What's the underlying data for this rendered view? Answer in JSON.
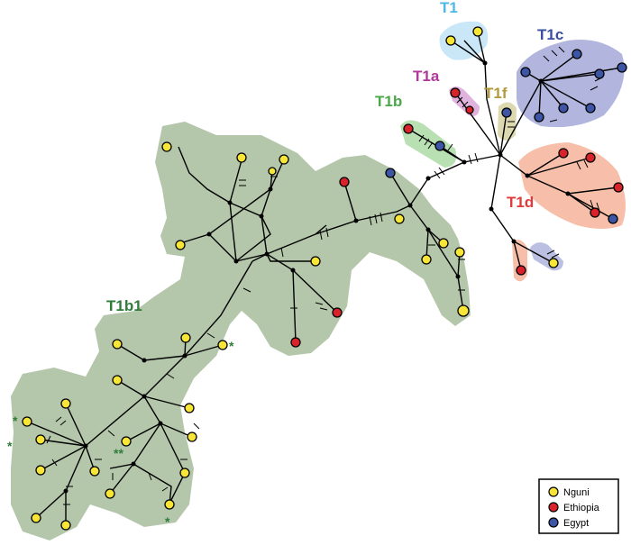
{
  "clade_labels": {
    "t1": "T1",
    "t1c": "T1c",
    "t1a": "T1a",
    "t1f": "T1f",
    "t1b": "T1b",
    "t1d": "T1d",
    "t1b1": "T1b1"
  },
  "markers": {
    "single": "*",
    "double": "**"
  },
  "legend": {
    "items": [
      {
        "label": "Nguni",
        "color": "#f7e637"
      },
      {
        "label": "Ethiopia",
        "color": "#d9232b"
      },
      {
        "label": "Egypt",
        "color": "#3d55a5"
      }
    ]
  },
  "colors": {
    "t1b1_shade": "#9bb48f",
    "t1_shade": "#bfe3f6",
    "t1c_shade": "#7f86c8",
    "t1a_shade": "#d9a6d8",
    "t1f_shade": "#d8d4a6",
    "t1b_shade": "#a8d8a0",
    "t1d_shade": "#f4a98d",
    "t1_label": "#4db8e6",
    "t1c_label": "#3a4fa0",
    "t1a_label": "#b0389a",
    "t1f_label": "#b09a3a",
    "t1b_label": "#4aa84a",
    "t1d_label": "#e03a3a",
    "t1b1_label": "#2f7d3a"
  }
}
